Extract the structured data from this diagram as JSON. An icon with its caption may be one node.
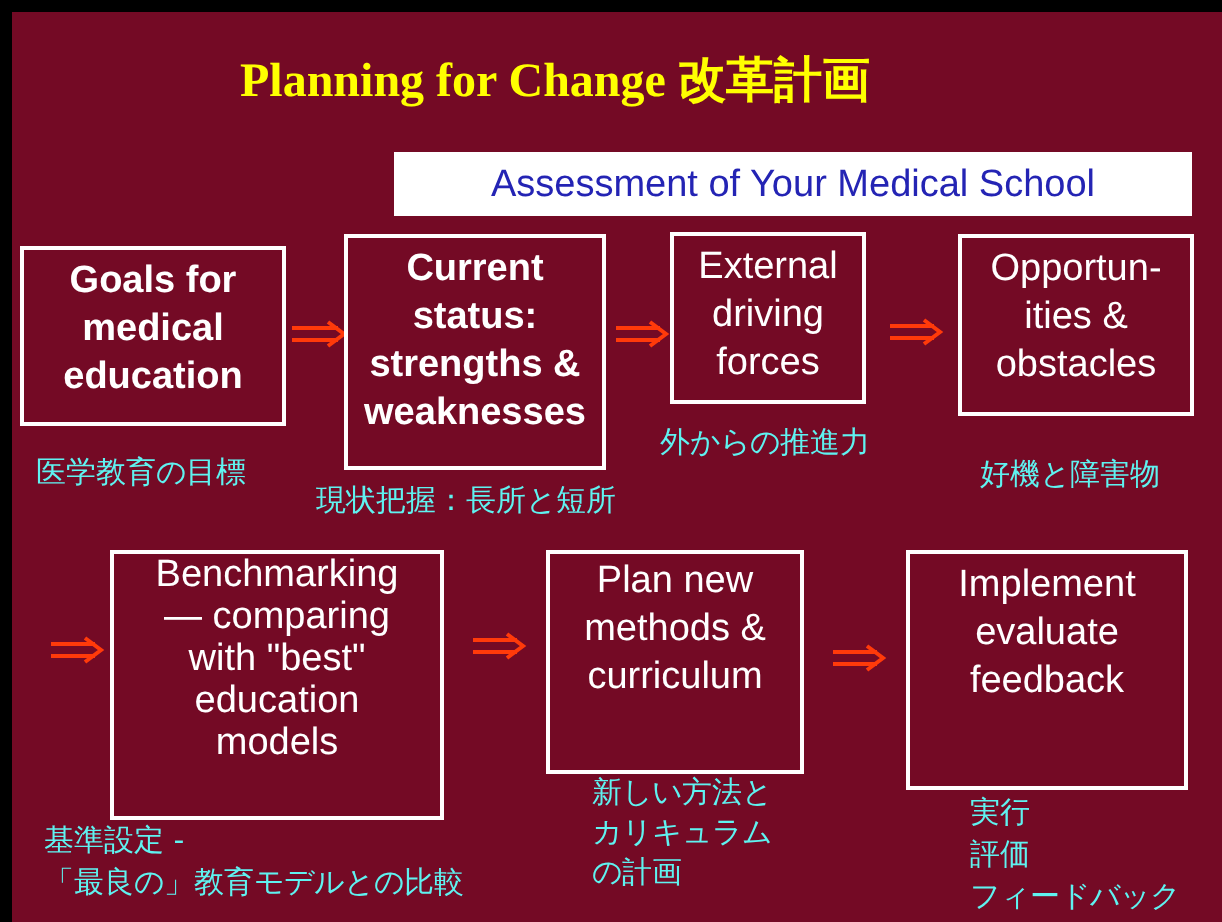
{
  "diagram": {
    "title": "Planning for Change 改革計画",
    "nodes": [
      {
        "text": [
          "Assessment of Your Medical School"
        ]
      },
      {
        "text": [
          "Goals for medical education"
        ],
        "beside": [
          "医学教育の目標"
        ]
      },
      {
        "text": [
          "Current status: strengths & weaknesses"
        ],
        "beside": [
          "現状把握：長所と短所"
        ]
      },
      {
        "text": [
          "External driving forces"
        ],
        "beside": [
          "外からの推進力"
        ]
      },
      {
        "text": [
          "Opportun- ities & obstacles"
        ],
        "beside": [
          "好機と障害物"
        ]
      },
      {
        "text": [
          "Benchmarking — comparing with \"best\" education models"
        ],
        "beside": [
          "基準設定 -",
          "「最良の」教育モデルとの比較"
        ]
      },
      {
        "text": [
          "Plan new methods & curriculum"
        ],
        "beside": [
          "新しい方法とカリキュラムの計画"
        ]
      },
      {
        "text": [
          "Implement evaluate feedback"
        ],
        "beside": [
          "実行",
          "評価",
          "フィードバック"
        ]
      }
    ],
    "edges": [
      {
        "from": 1,
        "to": 2,
        "arrow": "to"
      },
      {
        "from": 2,
        "to": 3,
        "arrow": "to"
      },
      {
        "from": 3,
        "to": 4,
        "arrow": "to"
      },
      {
        "from": null,
        "to": 5,
        "arrow": "to"
      },
      {
        "from": 5,
        "to": 6,
        "arrow": "to"
      },
      {
        "from": 6,
        "to": 7,
        "arrow": "to"
      }
    ]
  }
}
